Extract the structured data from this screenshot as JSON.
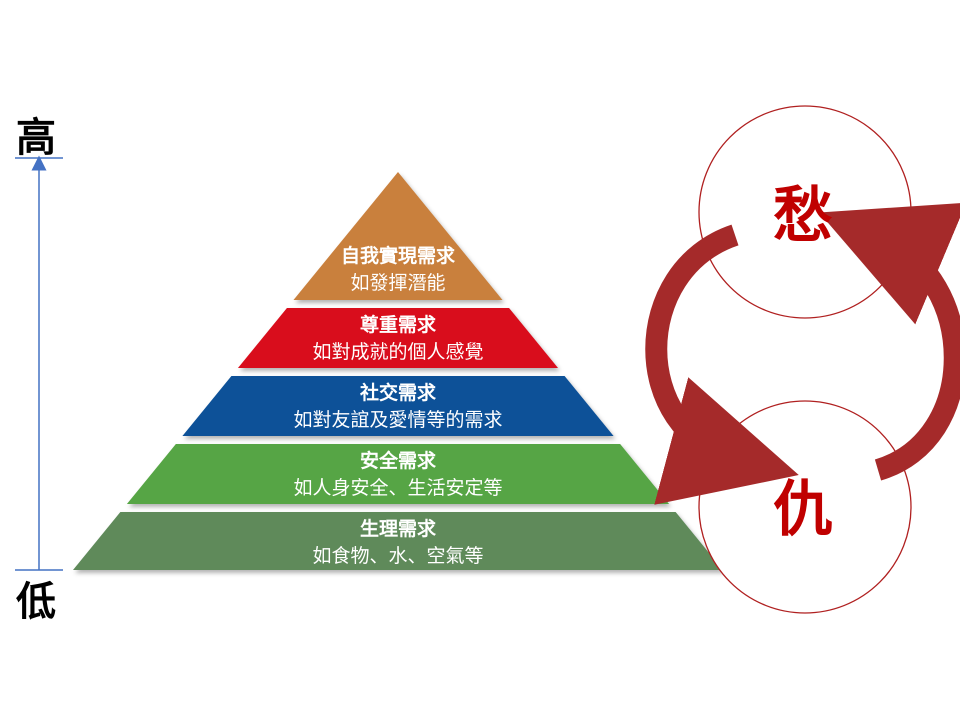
{
  "scale": {
    "high": "高",
    "low": "低"
  },
  "pyramid": [
    {
      "title": "自我實現需求",
      "subtitle": "如發揮潛能",
      "color": "#c9803e"
    },
    {
      "title": "尊重需求",
      "subtitle": "如對成就的個人感覺",
      "color": "#d90e1b"
    },
    {
      "title": "社交需求",
      "subtitle": "如對友誼及愛情等的需求",
      "color": "#0d5198"
    },
    {
      "title": "安全需求",
      "subtitle": "如人身安全、生活安定等",
      "color": "#56a544"
    },
    {
      "title": "生理需求",
      "subtitle": "如食物、水、空氣等",
      "color": "#5f8a5a"
    }
  ],
  "cycle": {
    "top": "愁",
    "bottom": "仇",
    "circle_stroke": "#b02020",
    "arrow_color": "#a52a2a"
  }
}
